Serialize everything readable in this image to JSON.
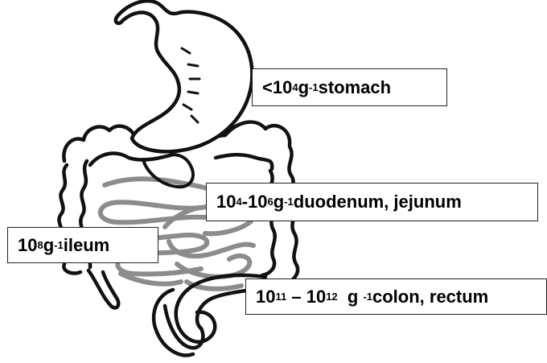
{
  "colors": {
    "outline": "#111111",
    "small_intestine": "#8c8c8c",
    "box_border": "#222222",
    "text": "#000000"
  },
  "labels": {
    "stomach": {
      "lt": "< ",
      "base": "10",
      "exp": "4",
      "unit": " g ",
      "unit_exp": "-1",
      "site": " stomach"
    },
    "duodenum": {
      "base1": "10",
      "exp1": "4",
      "dash": "- ",
      "base2": "10",
      "exp2": "6",
      "unit": " g ",
      "unit_exp": "-1",
      "site": " duodenum, jejunum"
    },
    "ileum": {
      "base": "10",
      "exp": "8",
      "unit": " g ",
      "unit_exp": "-1",
      "site": " ileum"
    },
    "colon": {
      "base1": "10",
      "exp1": "11",
      "dash": " – ",
      "base2": "10",
      "exp2": "12",
      "unit": "  g ",
      "unit_exp": "-1",
      "site": " colon, rectum"
    }
  }
}
